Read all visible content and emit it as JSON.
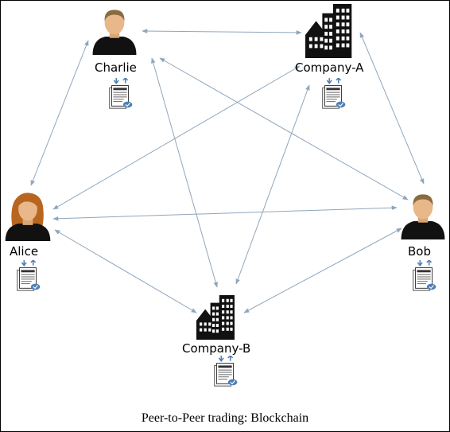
{
  "nodes": {
    "charlie": {
      "label": "Charlie",
      "kind": "male-person-icon"
    },
    "company_a": {
      "label": "Company-A",
      "kind": "building-icon"
    },
    "alice": {
      "label": "Alice",
      "kind": "female-person-icon"
    },
    "bob": {
      "label": "Bob",
      "kind": "male-person-icon"
    },
    "company_b": {
      "label": "Company-B",
      "kind": "building-icon"
    }
  },
  "ledger_icon": "ledger-document-icon",
  "connections": [
    [
      "charlie",
      "company_a"
    ],
    [
      "charlie",
      "alice"
    ],
    [
      "charlie",
      "bob"
    ],
    [
      "charlie",
      "company_b"
    ],
    [
      "company_a",
      "alice"
    ],
    [
      "company_a",
      "bob"
    ],
    [
      "company_a",
      "company_b"
    ],
    [
      "alice",
      "bob"
    ],
    [
      "alice",
      "company_b"
    ],
    [
      "bob",
      "company_b"
    ]
  ],
  "colors": {
    "connection": "#8fa6bc",
    "person_skin": "#e8b88a",
    "person_hair_male": "#8a6a3e",
    "person_hair_female": "#b8661f",
    "building": "#111111",
    "ledger_accent": "#4f7fb5"
  },
  "caption": "Peer-to-Peer trading: Blockchain"
}
